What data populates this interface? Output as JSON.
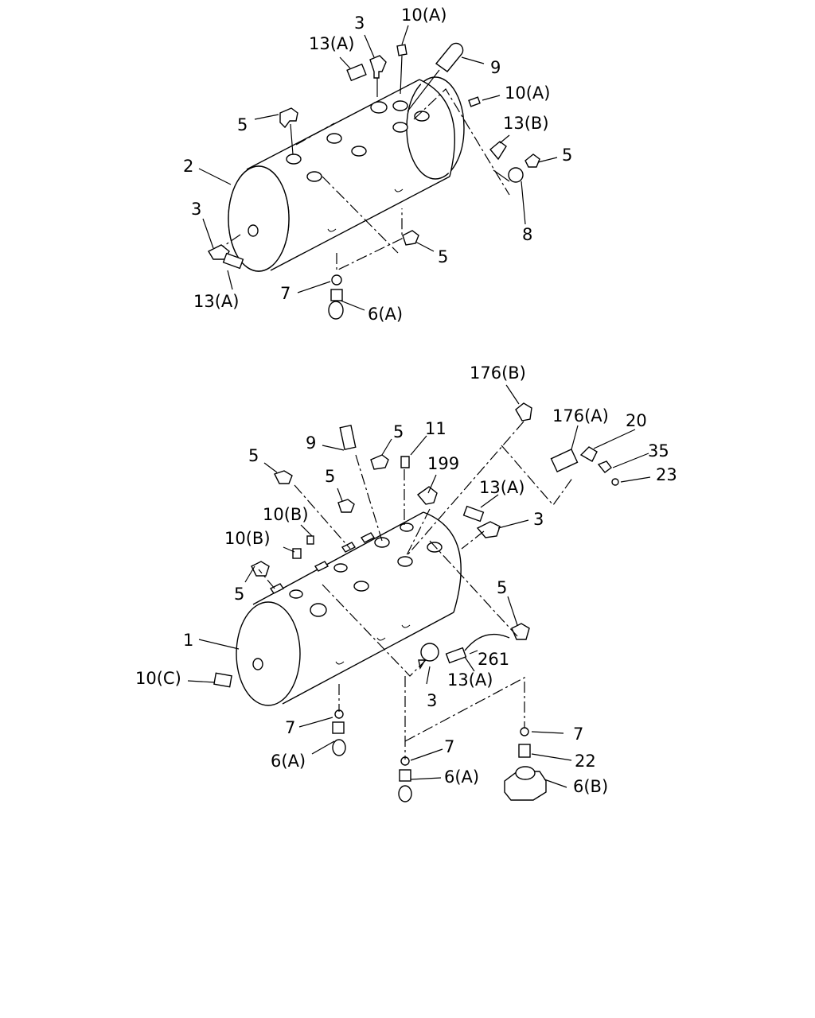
{
  "figures": [
    {
      "name": "upper-tank-assembly",
      "labels": [
        "10(A)",
        "3",
        "13(A)",
        "9",
        "10(A)",
        "5",
        "13(B)",
        "2",
        "5",
        "8",
        "3",
        "5",
        "13(A)",
        "7",
        "6(A)"
      ]
    },
    {
      "name": "lower-tank-assembly",
      "labels": [
        "176(B)",
        "176(A)",
        "20",
        "9",
        "5",
        "11",
        "199",
        "35",
        "5",
        "23",
        "5",
        "13(A)",
        "10(B)",
        "3",
        "10(B)",
        "5",
        "5",
        "1",
        "261",
        "10(C)",
        "13(A)",
        "3",
        "7",
        "7",
        "6(A)",
        "7",
        "22",
        "6(A)",
        "6(B)"
      ]
    }
  ]
}
